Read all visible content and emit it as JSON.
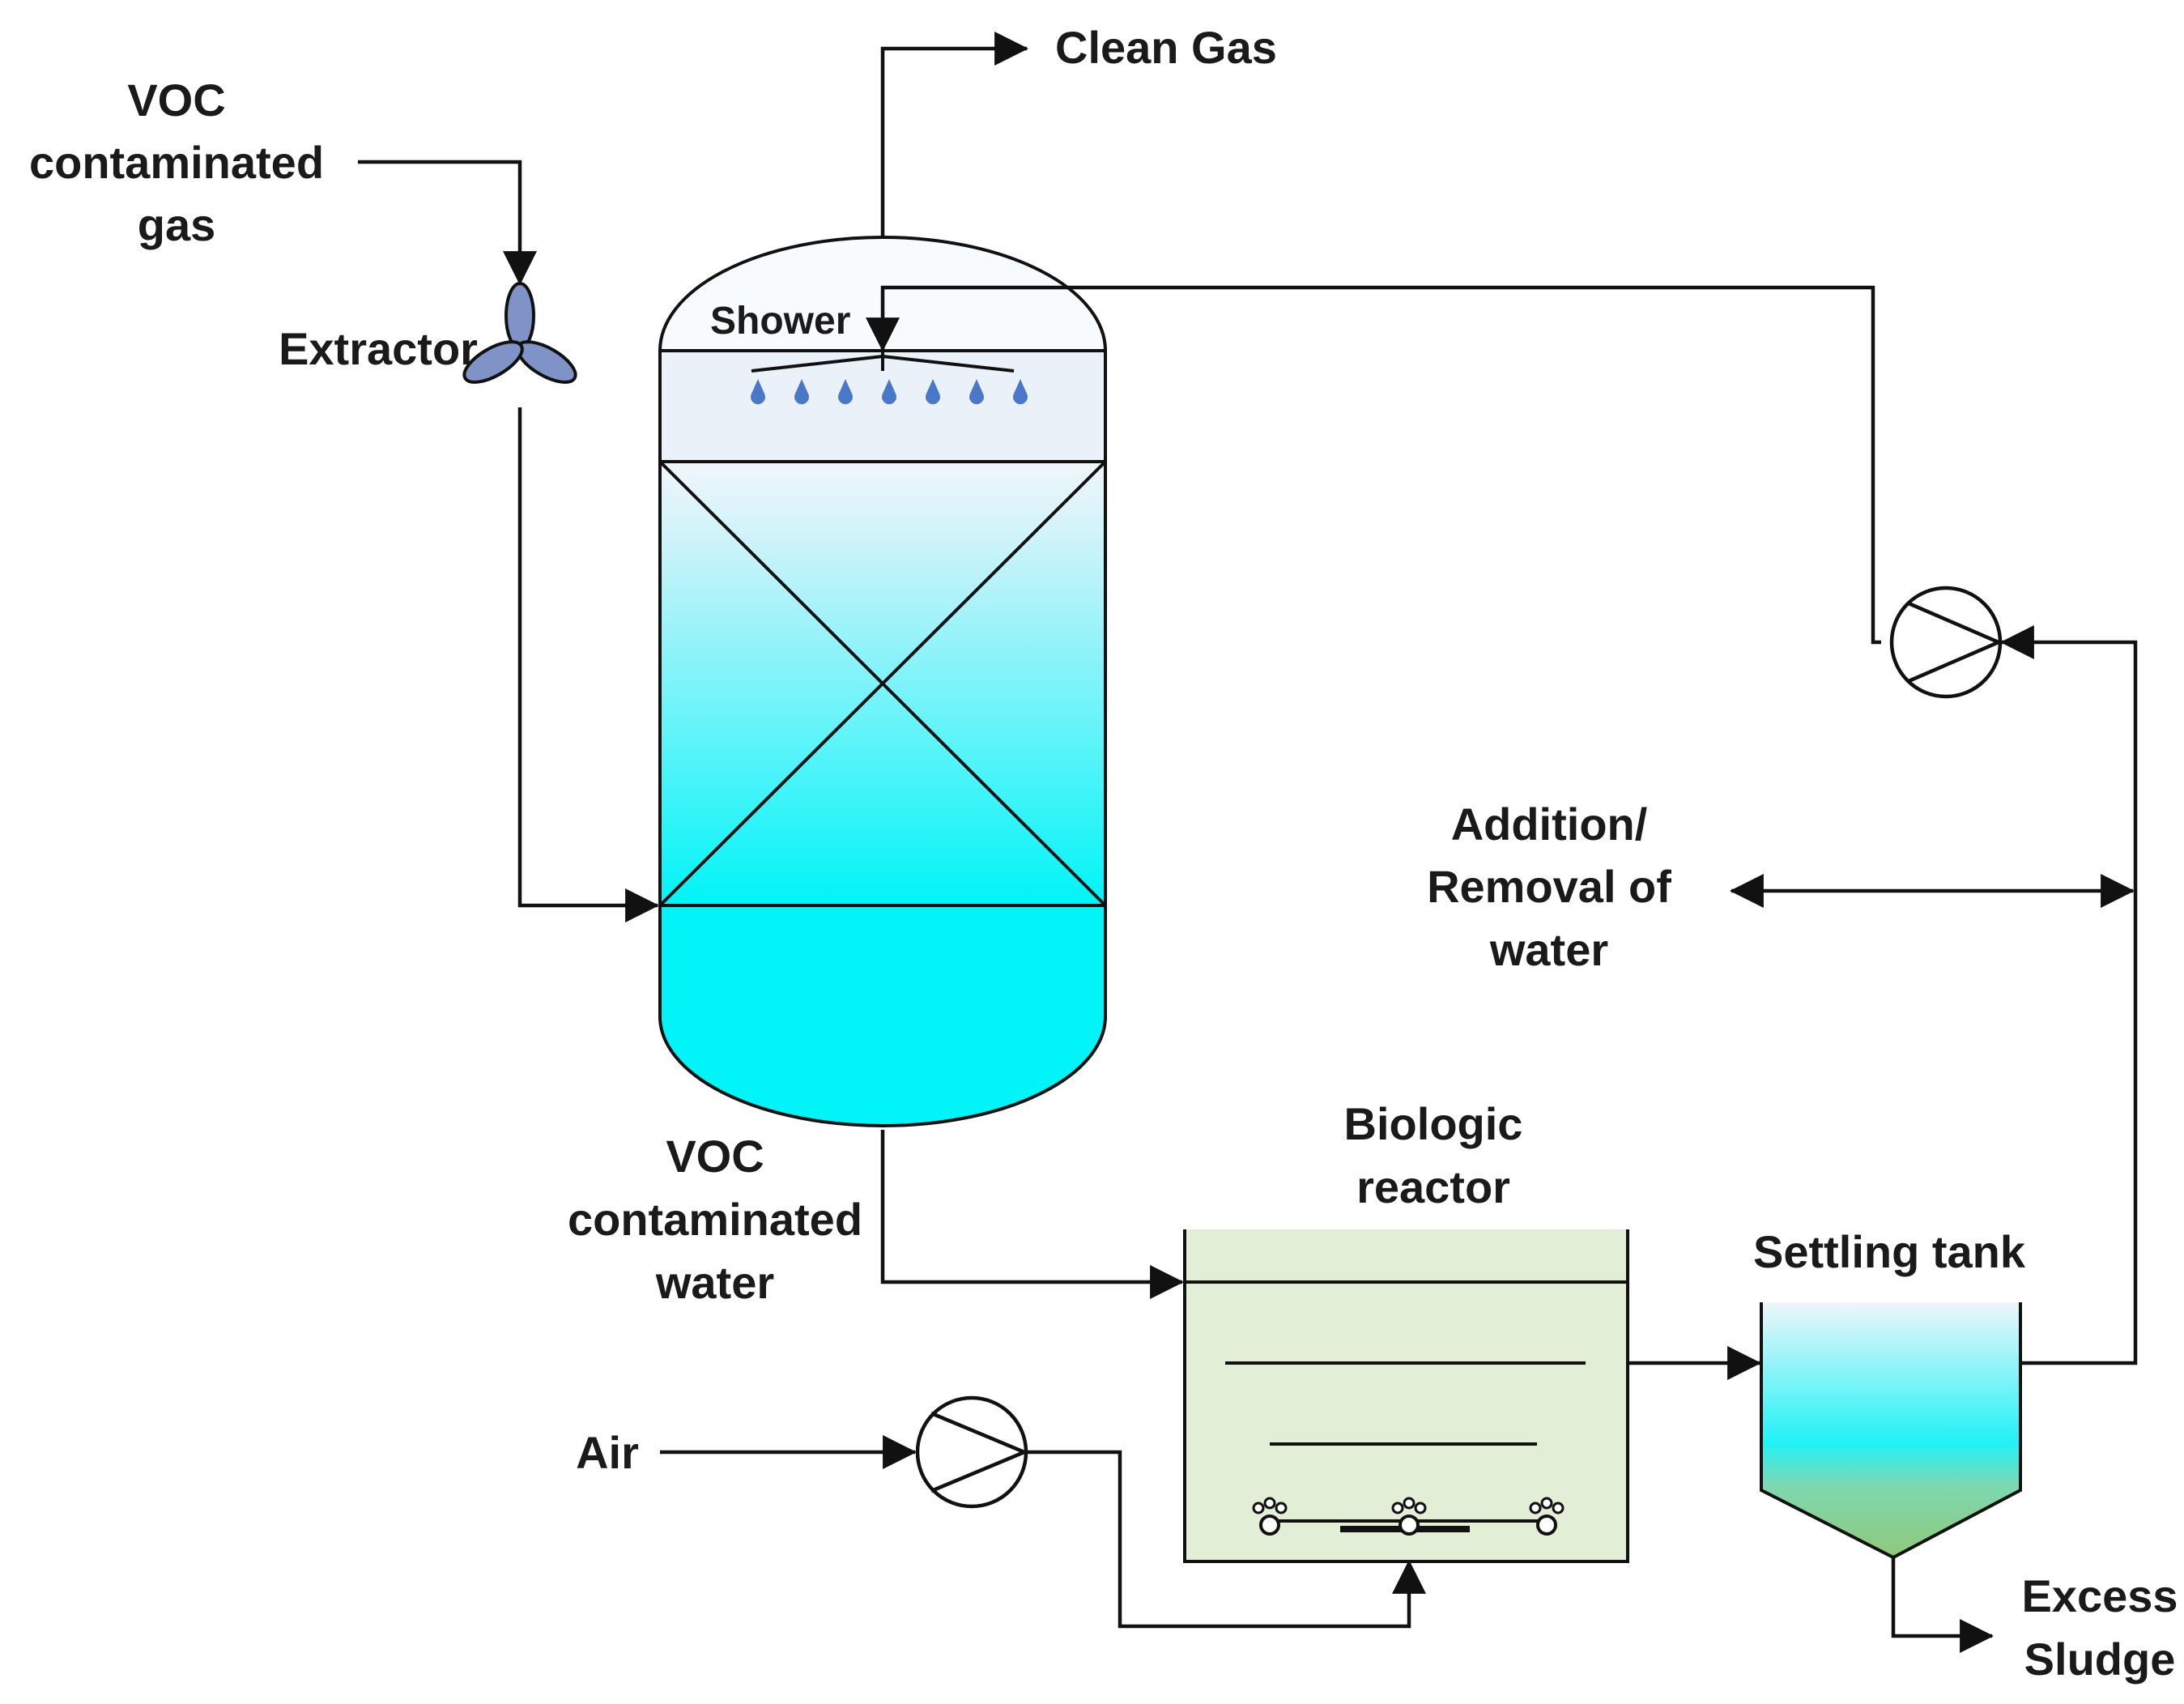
{
  "labels": {
    "voc_gas_1": "VOC",
    "voc_gas_2": "contaminated",
    "voc_gas_3": "gas",
    "extractor": "Extractor",
    "clean_gas": "Clean Gas",
    "shower": "Shower",
    "addition_1": "Addition/",
    "addition_2": "Removal of",
    "addition_3": "water",
    "voc_water_1": "VOC",
    "voc_water_2": "contaminated",
    "voc_water_3": "water",
    "biologic_1": "Biologic",
    "biologic_2": "reactor",
    "settling": "Settling tank",
    "air": "Air",
    "sludge_1": "Excess",
    "sludge_2": "Sludge"
  },
  "icons": {
    "extractor": "three-blade-fan-icon",
    "pump": "pump-icon",
    "diffuser": "air-diffuser-icon",
    "droplet": "water-drop-icon"
  },
  "colors": {
    "column_liquid": "#00f4f8",
    "column_top": "#e8f1f8",
    "reactor_fill": "#e2eed5",
    "settling_water": "#00f4f8",
    "sludge": "#8fc97a",
    "droplet": "#4a78c8",
    "fan_blade": "#7f93c6"
  }
}
